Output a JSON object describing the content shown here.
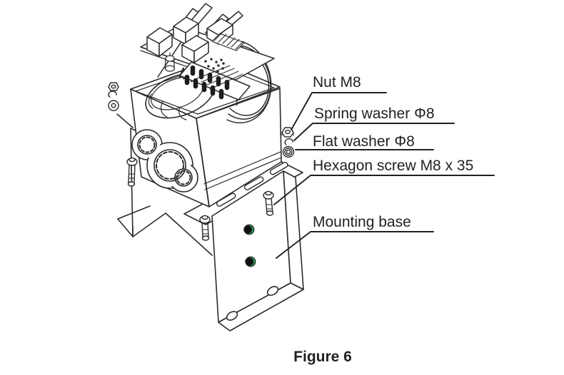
{
  "figure": {
    "caption": "Figure 6",
    "callouts": [
      {
        "text": "Nut M8"
      },
      {
        "text": "Spring washer Φ8"
      },
      {
        "text": "Flat washer Φ8"
      },
      {
        "text": "Hexagon screw M8 x 35"
      },
      {
        "text": "Mounting base"
      }
    ],
    "colors": {
      "line": "#2b2b2b",
      "background": "#ffffff",
      "hole_green": "#24934f",
      "terminal_dark": "#1c1c1c"
    }
  }
}
